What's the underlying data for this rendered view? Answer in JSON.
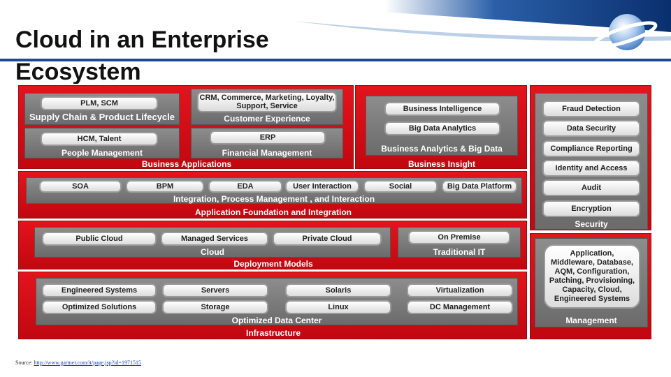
{
  "slide": {
    "title": "Cloud in an Enterprise Ecosystem",
    "source_label": "Source:",
    "source_url": "http://www.gartner.com/it/page.jsp?id=1971515"
  },
  "business_applications": {
    "label": "Business Applications",
    "supply_chain": {
      "label": "Supply Chain & Product Lifecycle",
      "item": "PLM, SCM"
    },
    "customer_experience": {
      "label": "Customer Experience",
      "item": "CRM, Commerce, Marketing, Loyalty, Support, Service"
    },
    "people_management": {
      "label": "People Management",
      "item": "HCM, Talent"
    },
    "financial_management": {
      "label": "Financial Management",
      "item": "ERP"
    }
  },
  "business_insight": {
    "label": "Business Insight",
    "group_label": "Business Analytics & Big Data",
    "items": [
      "Business Intelligence",
      "Big Data Analytics"
    ]
  },
  "security": {
    "label": "Security",
    "items": [
      "Fraud Detection",
      "Data Security",
      "Compliance Reporting",
      "Identity and Access",
      "Audit",
      "Encryption"
    ]
  },
  "application_foundation": {
    "label": "Application Foundation and Integration",
    "group_label": "Integration, Process Management , and Interaction",
    "items": [
      "SOA",
      "BPM",
      "EDA",
      "User Interaction",
      "Social",
      "Big Data Platform"
    ]
  },
  "deployment_models": {
    "label": "Deployment Models",
    "cloud": {
      "label": "Cloud",
      "items": [
        "Public Cloud",
        "Managed Services",
        "Private Cloud"
      ]
    },
    "traditional_it": {
      "label": "Traditional IT",
      "items": [
        "On Premise"
      ]
    }
  },
  "management": {
    "label": "Management",
    "item": "Application, Middleware, Database, AQM, Configuration, Patching, Provisioning, Capacity, Cloud, Engineered Systems"
  },
  "infrastructure": {
    "label": "Infrastructure",
    "group_label": "Optimized Data Center",
    "items": [
      "Engineered Systems",
      "Servers",
      "Solaris",
      "Virtualization",
      "Optimized Solutions",
      "Storage",
      "Linux",
      "DC Management"
    ]
  },
  "colors": {
    "panel_red": "#d50f18",
    "inner_grey": "#7a7a7a",
    "header_blue": "#0b3a7a"
  }
}
